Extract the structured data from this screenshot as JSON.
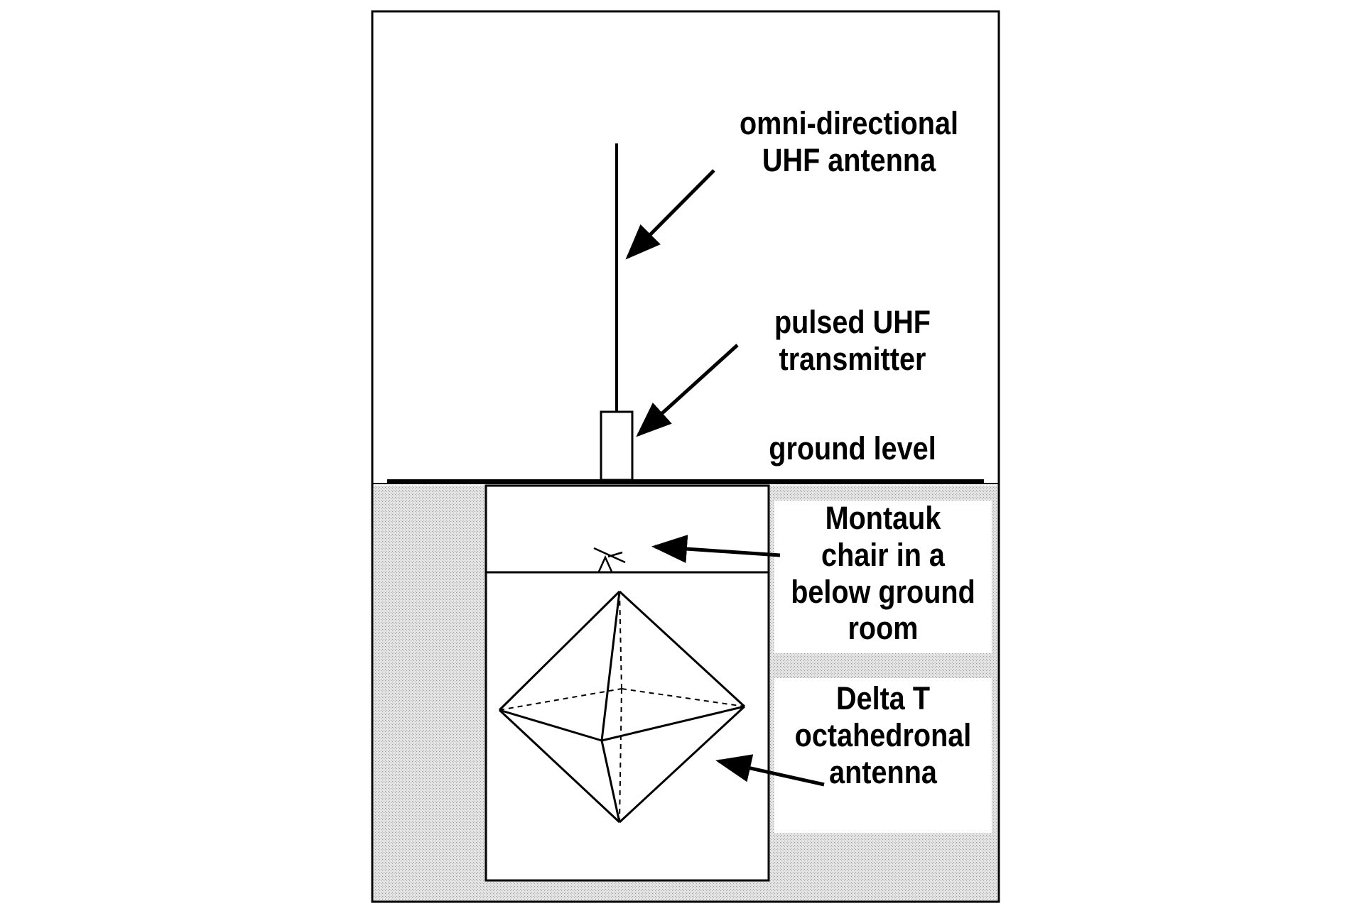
{
  "colors": {
    "ink": "#000000",
    "background": "#ffffff",
    "ground_fill": "#d6d6d6"
  },
  "labels": {
    "uhf_antenna": [
      "omni-directional",
      "UHF antenna"
    ],
    "transmitter": [
      "pulsed UHF",
      "transmitter"
    ],
    "ground_level": "ground level",
    "montauk_chair": [
      "Montauk",
      "chair in a",
      "below ground",
      "room"
    ],
    "delta_t": [
      "Delta T",
      "octahedronal",
      "antenna"
    ]
  }
}
